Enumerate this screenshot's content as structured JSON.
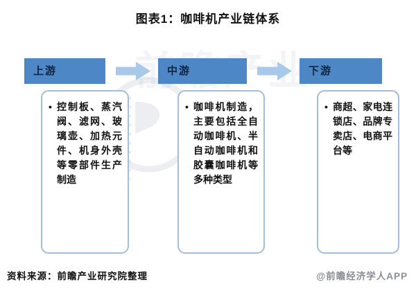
{
  "title": "图表1：咖啡机产业链体系",
  "bullet": "•",
  "stages": [
    {
      "label": "上游",
      "content": "控制板、蒸汽阀、滤网、玻璃壶、加热元件、机身外壳等零部件生产制造"
    },
    {
      "label": "中游",
      "content": "咖啡机制造，主要包括全自动咖啡机、半自动咖啡机和胶囊咖啡机等多种类型"
    },
    {
      "label": "下游",
      "content": "商超、家电连锁店、品牌专卖店、电商平台等"
    }
  ],
  "footer": {
    "source": "资料来源：前瞻产业研究院整理",
    "credit": "@前瞻经济学人APP"
  },
  "watermark": {
    "text": "前瞻产业"
  },
  "colors": {
    "header_blue": "#4e87c6",
    "arrow_blue": "#a9c9ea",
    "box_border_blue": "#a3bddb",
    "credit_gray": "#8a8f96"
  }
}
